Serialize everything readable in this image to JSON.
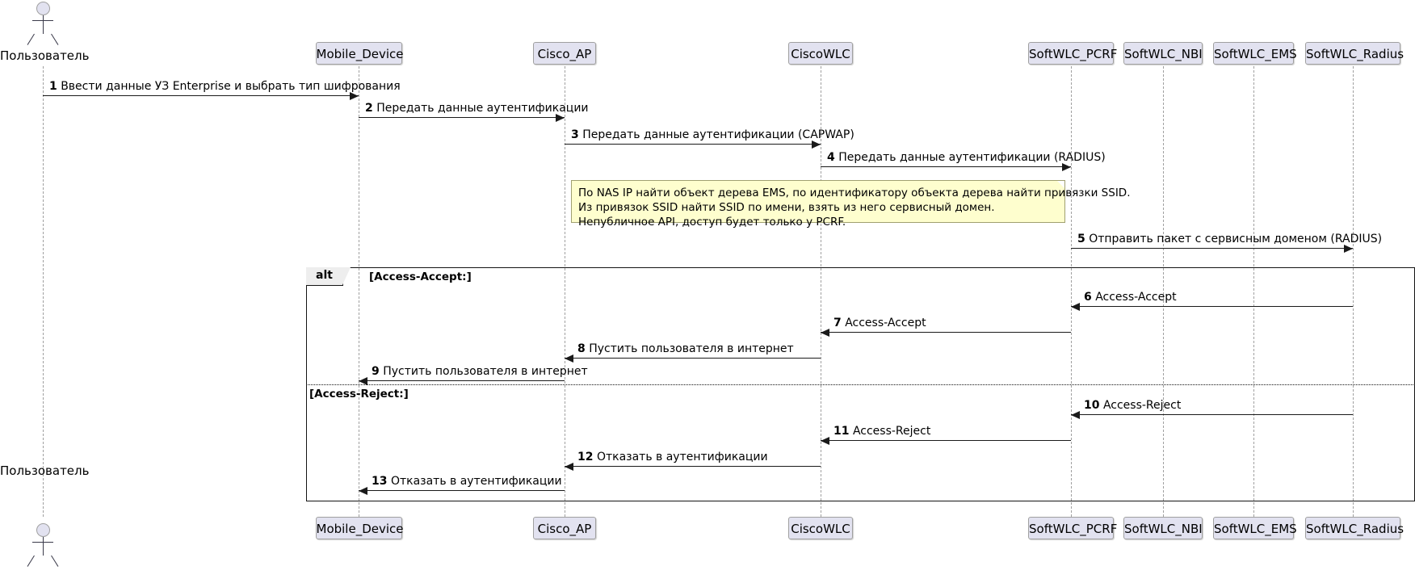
{
  "diagram": {
    "type": "uml-sequence-diagram",
    "colors": {
      "participant_fill": "#E2E2F0",
      "participant_border": "#A0A0A0",
      "note_fill": "#FEFECE",
      "note_border": "#A0A070",
      "fragment_border": "#141414",
      "fragment_tab_fill": "#EEEEEE",
      "lifeline": "#A0A0A0",
      "arrow": "#1A1A1A",
      "background": "#FFFFFF"
    },
    "actor": {
      "name": "Пользователь",
      "top_label": "Пользователь",
      "bottom_label": "Пользователь"
    },
    "participants": [
      {
        "name": "Mobile_Device",
        "label": "Mobile_Device"
      },
      {
        "name": "Cisco_AP",
        "label": "Cisco_AP"
      },
      {
        "name": "CiscoWLC",
        "label": "CiscoWLC"
      },
      {
        "name": "SoftWLC_PCRF",
        "label": "SoftWLC_PCRF"
      },
      {
        "name": "SoftWLC_NBI",
        "label": "SoftWLC_NBI"
      },
      {
        "name": "SoftWLC_EMS",
        "label": "SoftWLC_EMS"
      },
      {
        "name": "SoftWLC_Radius",
        "label": "SoftWLC_Radius"
      }
    ],
    "messages": [
      {
        "num": "1",
        "text": "Ввести данные УЗ Enterprise и выбрать тип шифрования",
        "from": "Пользователь",
        "to": "Mobile_Device",
        "direction": "right"
      },
      {
        "num": "2",
        "text": "Передать данные аутентификации",
        "from": "Mobile_Device",
        "to": "Cisco_AP",
        "direction": "right"
      },
      {
        "num": "3",
        "text": "Передать данные аутентификации (CAPWAP)",
        "from": "Cisco_AP",
        "to": "CiscoWLC",
        "direction": "right"
      },
      {
        "num": "4",
        "text": "Передать данные аутентификации (RADIUS)",
        "from": "CiscoWLC",
        "to": "SoftWLC_PCRF",
        "direction": "right"
      },
      {
        "num": "5",
        "text": "Отправить пакет с сервисным доменом (RADIUS)",
        "from": "SoftWLC_PCRF",
        "to": "SoftWLC_Radius",
        "direction": "right"
      },
      {
        "num": "6",
        "text": "Access-Accept",
        "from": "SoftWLC_Radius",
        "to": "SoftWLC_PCRF",
        "direction": "left"
      },
      {
        "num": "7",
        "text": "Access-Accept",
        "from": "SoftWLC_PCRF",
        "to": "CiscoWLC",
        "direction": "left"
      },
      {
        "num": "8",
        "text": "Пустить пользователя в интернет",
        "from": "CiscoWLC",
        "to": "Cisco_AP",
        "direction": "left"
      },
      {
        "num": "9",
        "text": "Пустить пользователя в интернет",
        "from": "Cisco_AP",
        "to": "Mobile_Device",
        "direction": "left"
      },
      {
        "num": "10",
        "text": "Access-Reject",
        "from": "SoftWLC_Radius",
        "to": "SoftWLC_PCRF",
        "direction": "left"
      },
      {
        "num": "11",
        "text": "Access-Reject",
        "from": "SoftWLC_PCRF",
        "to": "CiscoWLC",
        "direction": "left"
      },
      {
        "num": "12",
        "text": "Отказать в аутентификации",
        "from": "CiscoWLC",
        "to": "Cisco_AP",
        "direction": "left"
      },
      {
        "num": "13",
        "text": "Отказать в аутентификации",
        "from": "Cisco_AP",
        "to": "Mobile_Device",
        "direction": "left"
      }
    ],
    "note": {
      "lines": [
        "По NAS IP найти объект дерева EMS, по идентификатору объекта дерева найти привязки SSID.",
        "Из привязок SSID найти SSID по имени, взять из него сервисный домен.",
        "Непубличное API, доступ будет только у PCRF."
      ]
    },
    "fragment": {
      "operator": "alt",
      "branches": [
        {
          "guard": "[Access-Accept:]"
        },
        {
          "guard": "[Access-Reject:]"
        }
      ]
    }
  }
}
